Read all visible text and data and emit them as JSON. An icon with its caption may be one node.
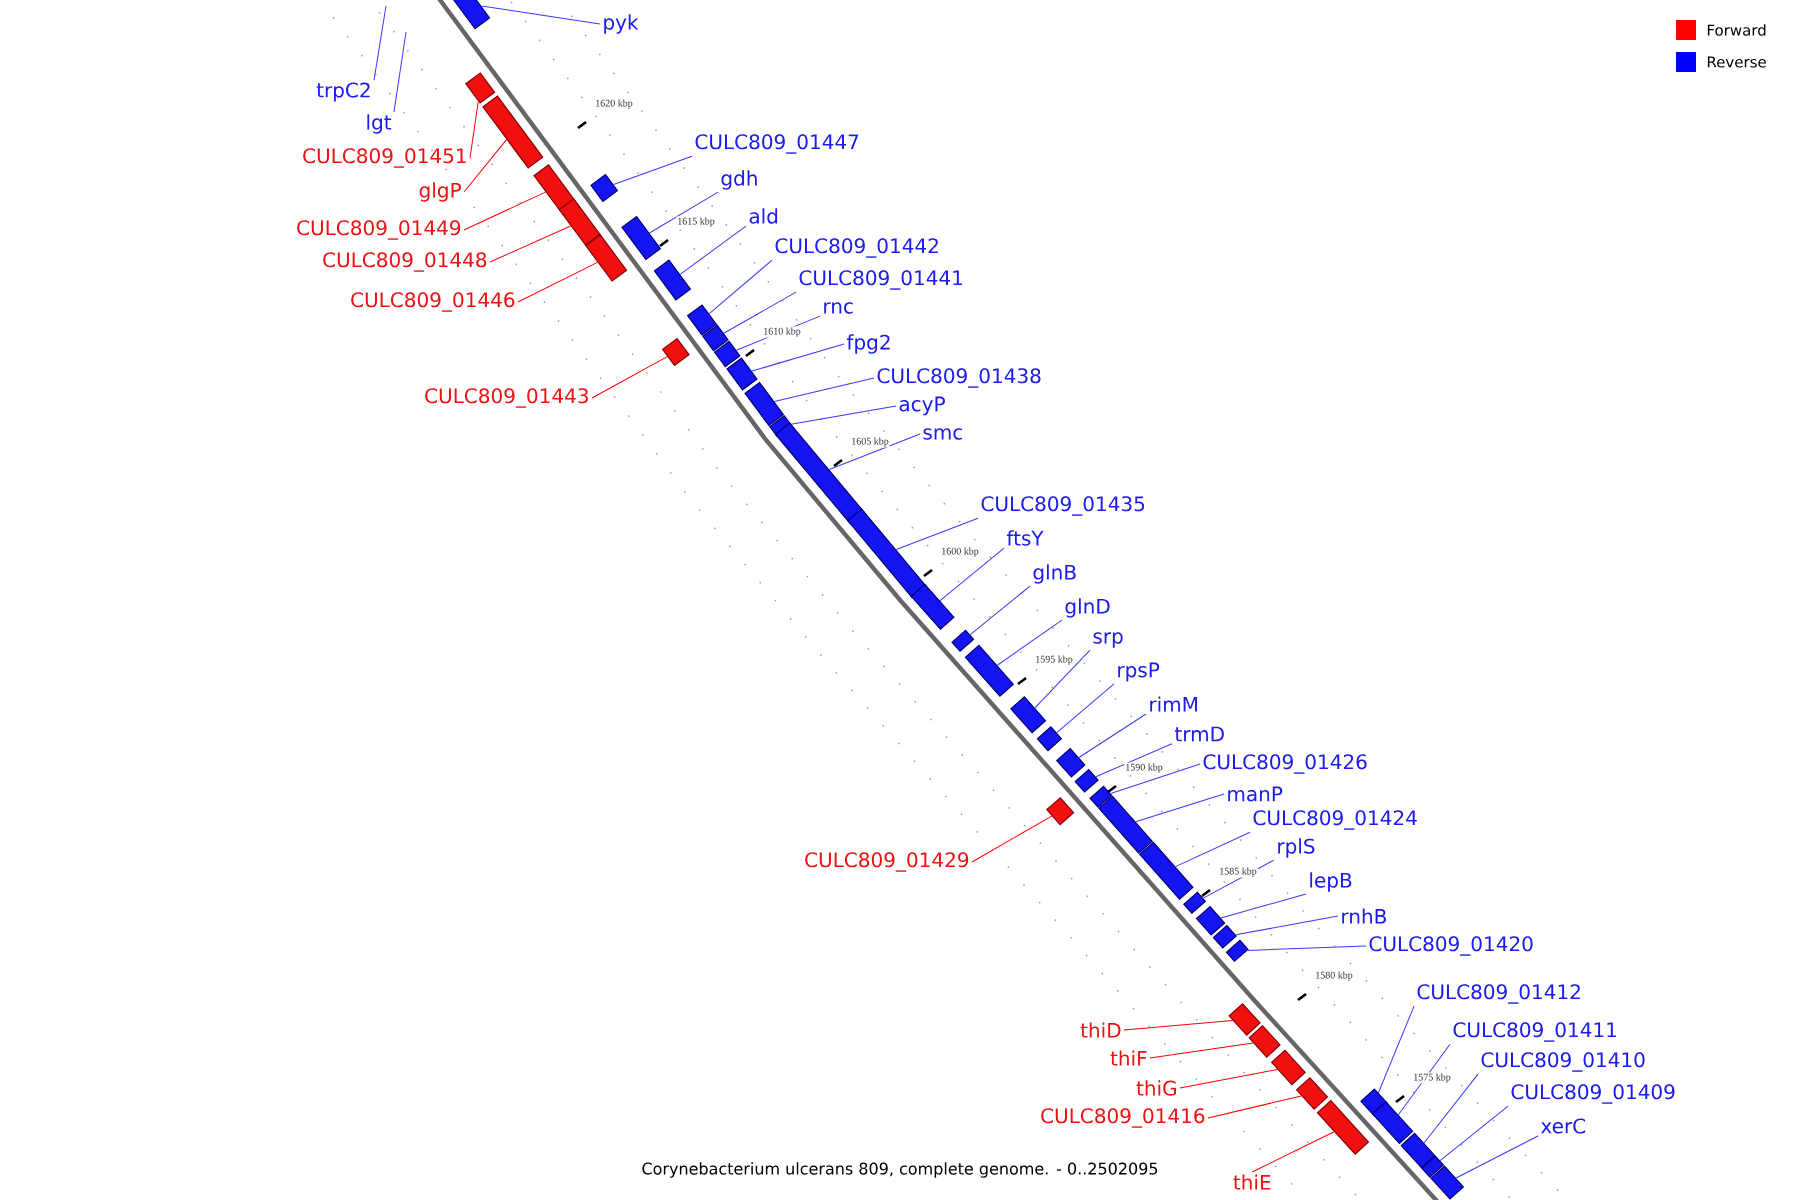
{
  "diagram": {
    "caption": "Corynebacterium ulcerans 809, complete genome. - 0..2502095",
    "nodes": [
      {
        "text": [
          "pyk"
        ]
      },
      {
        "text": [],
        "shape": "bar"
      },
      {
        "text": [
          "trpC2"
        ]
      },
      {
        "text": [
          "lgt"
        ]
      },
      {
        "text": [
          "CULC809_01447"
        ]
      },
      {
        "text": [],
        "shape": "bar"
      },
      {
        "text": [
          "CULC809_01451"
        ]
      },
      {
        "text": [],
        "shape": "bar"
      },
      {
        "text": [
          "gdh"
        ]
      },
      {
        "text": [],
        "shape": "bar"
      },
      {
        "text": [
          "glgP"
        ]
      },
      {
        "text": [],
        "shape": "bar"
      },
      {
        "text": [
          "ald"
        ]
      },
      {
        "text": [],
        "shape": "bar"
      },
      {
        "text": [
          "CULC809_01449"
        ]
      },
      {
        "text": [],
        "shape": "bar"
      },
      {
        "text": [
          "CULC809_01442"
        ]
      },
      {
        "text": [],
        "shape": "bar"
      },
      {
        "text": [
          "CULC809_01448"
        ]
      },
      {
        "text": [],
        "shape": "bar"
      },
      {
        "text": [
          "CULC809_01441"
        ]
      },
      {
        "text": [],
        "shape": "bar"
      },
      {
        "text": [
          "CULC809_01446"
        ]
      },
      {
        "text": [],
        "shape": "bar"
      },
      {
        "text": [
          "rnc"
        ]
      },
      {
        "text": [],
        "shape": "bar"
      },
      {
        "text": [
          "fpg2"
        ]
      },
      {
        "text": [],
        "shape": "bar"
      },
      {
        "text": [
          "CULC809_01438"
        ]
      },
      {
        "text": [],
        "shape": "bar"
      },
      {
        "text": [
          "CULC809_01443"
        ]
      },
      {
        "text": [],
        "shape": "bar"
      },
      {
        "text": [
          "acyP"
        ]
      },
      {
        "text": [],
        "shape": "bar"
      },
      {
        "text": [
          "smc"
        ]
      },
      {
        "text": [],
        "shape": "bar"
      },
      {
        "text": [
          "CULC809_01435"
        ]
      },
      {
        "text": [],
        "shape": "bar"
      },
      {
        "text": [
          "ftsY"
        ]
      },
      {
        "text": [],
        "shape": "bar"
      },
      {
        "text": [
          "glnB"
        ]
      },
      {
        "text": [],
        "shape": "bar"
      },
      {
        "text": [
          "glnD"
        ]
      },
      {
        "text": [],
        "shape": "bar"
      },
      {
        "text": [
          "srp"
        ]
      },
      {
        "text": [],
        "shape": "bar"
      },
      {
        "text": [
          "rpsP"
        ]
      },
      {
        "text": [],
        "shape": "bar"
      },
      {
        "text": [
          "rimM"
        ]
      },
      {
        "text": [],
        "shape": "bar"
      },
      {
        "text": [
          "trmD"
        ]
      },
      {
        "text": [],
        "shape": "bar"
      },
      {
        "text": [
          "CULC809_01426"
        ]
      },
      {
        "text": [],
        "shape": "bar"
      },
      {
        "text": [
          "manP"
        ]
      },
      {
        "text": [],
        "shape": "bar"
      },
      {
        "text": [
          "CULC809_01424"
        ]
      },
      {
        "text": [],
        "shape": "bar"
      },
      {
        "text": [
          "rplS"
        ]
      },
      {
        "text": [],
        "shape": "bar"
      },
      {
        "text": [
          "CULC809_01429"
        ]
      },
      {
        "text": [],
        "shape": "bar"
      },
      {
        "text": [
          "lepB"
        ]
      },
      {
        "text": [],
        "shape": "bar"
      },
      {
        "text": [
          "rnhB"
        ]
      },
      {
        "text": [],
        "shape": "bar"
      },
      {
        "text": [
          "CULC809_01420"
        ]
      },
      {
        "text": [],
        "shape": "bar"
      },
      {
        "text": [
          "CULC809_01412"
        ]
      },
      {
        "text": [],
        "shape": "bar"
      },
      {
        "text": [
          "thiD"
        ]
      },
      {
        "text": [],
        "shape": "bar"
      },
      {
        "text": [
          "CULC809_01411"
        ]
      },
      {
        "text": [],
        "shape": "bar"
      },
      {
        "text": [
          "thiF"
        ]
      },
      {
        "text": [],
        "shape": "bar"
      },
      {
        "text": [
          "CULC809_01410"
        ]
      },
      {
        "text": [],
        "shape": "bar"
      },
      {
        "text": [
          "thiG"
        ]
      },
      {
        "text": [],
        "shape": "bar"
      },
      {
        "text": [
          "CULC809_01409"
        ]
      },
      {
        "text": [],
        "shape": "bar"
      },
      {
        "text": [
          "CULC809_01416"
        ]
      },
      {
        "text": [],
        "shape": "bar"
      },
      {
        "text": [
          "xerC"
        ]
      },
      {
        "text": [],
        "shape": "bar"
      },
      {
        "text": [
          "thiE"
        ]
      },
      {
        "text": [],
        "shape": "bar"
      }
    ],
    "edges": [
      {
        "from": 0,
        "to": 1,
        "arrow": "none"
      },
      {
        "from": 2,
        "to": null,
        "arrow": "none"
      },
      {
        "from": 3,
        "to": null,
        "arrow": "none"
      },
      {
        "from": 4,
        "to": 5,
        "arrow": "none"
      },
      {
        "from": 6,
        "to": 7,
        "arrow": "none",
        "color": "#ff0000"
      },
      {
        "from": 8,
        "to": 9,
        "arrow": "none"
      },
      {
        "from": 10,
        "to": 11,
        "arrow": "none",
        "color": "#ff0000"
      },
      {
        "from": 12,
        "to": 13,
        "arrow": "none"
      },
      {
        "from": 14,
        "to": 15,
        "arrow": "none",
        "color": "#ff0000"
      },
      {
        "from": 16,
        "to": 17,
        "arrow": "none"
      },
      {
        "from": 18,
        "to": 19,
        "arrow": "none",
        "color": "#ff0000"
      },
      {
        "from": 20,
        "to": 21,
        "arrow": "none"
      },
      {
        "from": 22,
        "to": 23,
        "arrow": "none",
        "color": "#ff0000"
      },
      {
        "from": 24,
        "to": 25,
        "arrow": "none"
      },
      {
        "from": 26,
        "to": 27,
        "arrow": "none"
      },
      {
        "from": 28,
        "to": 29,
        "arrow": "none"
      },
      {
        "from": 30,
        "to": 31,
        "arrow": "none",
        "color": "#ff0000"
      },
      {
        "from": 32,
        "to": 33,
        "arrow": "none"
      },
      {
        "from": 34,
        "to": 35,
        "arrow": "none"
      },
      {
        "from": 36,
        "to": 37,
        "arrow": "none"
      },
      {
        "from": 38,
        "to": 39,
        "arrow": "none"
      },
      {
        "from": 40,
        "to": 41,
        "arrow": "none"
      },
      {
        "from": 42,
        "to": 43,
        "arrow": "none"
      },
      {
        "from": 44,
        "to": 45,
        "arrow": "none"
      },
      {
        "from": 46,
        "to": 47,
        "arrow": "none"
      },
      {
        "from": 48,
        "to": 49,
        "arrow": "none"
      },
      {
        "from": 50,
        "to": 51,
        "arrow": "none"
      },
      {
        "from": 52,
        "to": 53,
        "arrow": "none"
      },
      {
        "from": 54,
        "to": 55,
        "arrow": "none"
      },
      {
        "from": 56,
        "to": 57,
        "arrow": "none"
      },
      {
        "from": 58,
        "to": 59,
        "arrow": "none"
      },
      {
        "from": 60,
        "to": 61,
        "arrow": "none",
        "color": "#ff0000"
      },
      {
        "from": 62,
        "to": 63,
        "arrow": "none"
      },
      {
        "from": 64,
        "to": 65,
        "arrow": "none"
      },
      {
        "from": 66,
        "to": 67,
        "arrow": "none"
      },
      {
        "from": 68,
        "to": 69,
        "arrow": "none"
      },
      {
        "from": 70,
        "to": 71,
        "arrow": "none",
        "color": "#ff0000"
      },
      {
        "from": 72,
        "to": 73,
        "arrow": "none"
      },
      {
        "from": 74,
        "to": 75,
        "arrow": "none",
        "color": "#ff0000"
      },
      {
        "from": 76,
        "to": 77,
        "arrow": "none"
      },
      {
        "from": 78,
        "to": 79,
        "arrow": "none",
        "color": "#ff0000"
      },
      {
        "from": 80,
        "to": 81,
        "arrow": "none"
      },
      {
        "from": 82,
        "to": 83,
        "arrow": "none",
        "color": "#ff0000"
      },
      {
        "from": 84,
        "to": 85,
        "arrow": "none"
      },
      {
        "from": 86,
        "to": 87,
        "arrow": "none",
        "color": "#ff0000"
      }
    ],
    "labels": [
      "1620 kbp",
      "1615 kbp",
      "1610 kbp",
      "1605 kbp",
      "1600 kbp",
      "1595 kbp",
      "1590 kbp",
      "1585 kbp",
      "1580 kbp",
      "1575 kbp"
    ],
    "legend": [
      {
        "text": "Forward",
        "color": "#ff0000"
      },
      {
        "text": "Reverse",
        "color": "#0000ff"
      }
    ]
  }
}
